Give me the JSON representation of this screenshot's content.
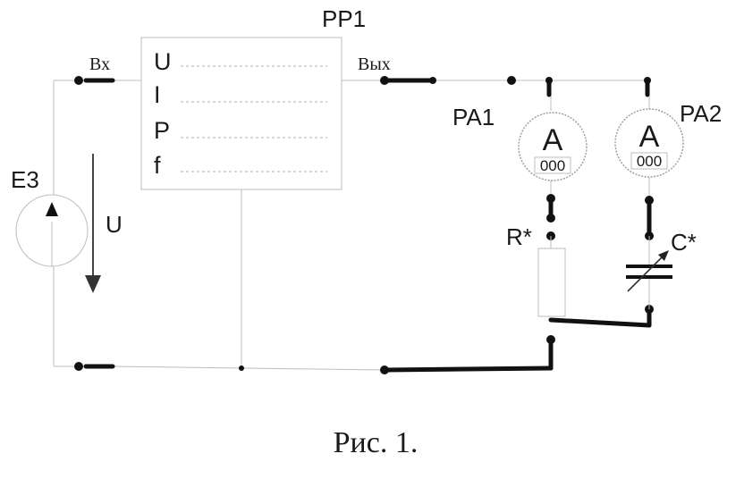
{
  "device": {
    "label": "PP1",
    "measurements": [
      "U",
      "I",
      "P",
      "f"
    ],
    "input_label": "Вх",
    "output_label": "Вых"
  },
  "source": {
    "label": "E3",
    "voltage_label": "U"
  },
  "ammeters": [
    {
      "label": "PA1",
      "symbol": "A",
      "reading": "000"
    },
    {
      "label": "PA2",
      "symbol": "A",
      "reading": "000"
    }
  ],
  "resistor": {
    "label": "R*"
  },
  "capacitor": {
    "label": "C*"
  },
  "caption": "Рис. 1.",
  "colors": {
    "thin_wire": "#bdbdbd",
    "thick_wire": "#111111",
    "background": "#ffffff"
  }
}
